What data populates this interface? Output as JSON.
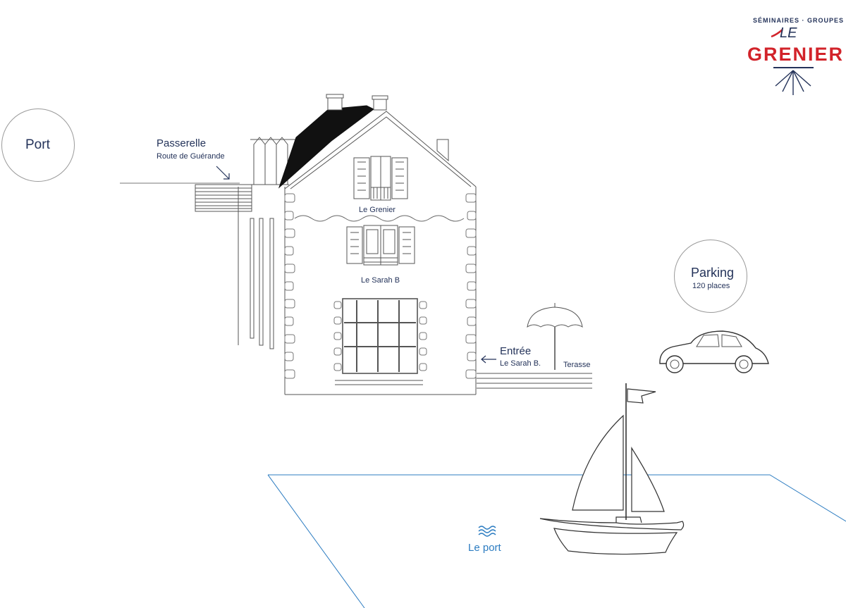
{
  "logo": {
    "top_text": "SÉMINAIRES · GROUPES",
    "le": "LE",
    "name": "GRENIER",
    "colors": {
      "navy": "#24335a",
      "red": "#d2232a"
    }
  },
  "places": {
    "port_circle": "Port",
    "parking_title": "Parking",
    "parking_sub": "120 places"
  },
  "labels": {
    "passerelle": "Passerelle",
    "passerelle_sub": "Route de Guérande",
    "grenier_floor": "Le Grenier",
    "sarah_floor": "Le Sarah B",
    "entree": "Entrée",
    "entree_sub": "Le Sarah B.",
    "terasse": "Terasse",
    "le_port": "Le port"
  },
  "icons": [
    "arrow-down-right-icon",
    "arrow-left-icon",
    "waves-icon",
    "umbrella-icon",
    "car-icon",
    "sailboat-icon"
  ],
  "colors": {
    "line": "#555555",
    "water": "#2c7cc1",
    "text": "#24335a"
  }
}
